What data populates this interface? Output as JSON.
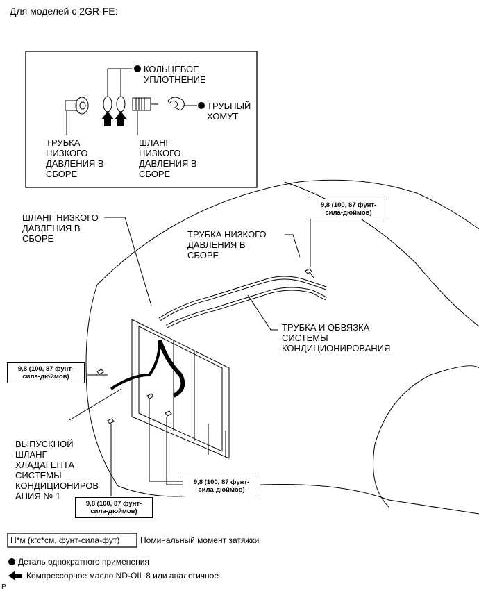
{
  "header": {
    "title": "Для моделей с 2GR-FE:"
  },
  "inset": {
    "o_ring": "КОЛЬЦЕВОЕ\nУПЛОТНЕНИЕ",
    "pipe_clamp": "ТРУБНЫЙ\nХОМУТ",
    "low_pressure_tube": "ТРУБКА\nНИЗКОГО\nДАВЛЕНИЯ В\nСБОРЕ",
    "low_pressure_hose": "ШЛАНГ\nНИЗКОГО\nДАВЛЕНИЯ В\nСБОРЕ"
  },
  "main": {
    "hose_low": "ШЛАНГ НИЗКОГО\nДАВЛЕНИЯ В\nСБОРЕ",
    "tube_low": "ТРУБКА НИЗКОГО\nДАВЛЕНИЯ В\nСБОРЕ",
    "ac_tubing": "ТРУБКА И ОБВЯЗКА\nСИСТЕМЫ\nКОНДИЦИОНИРОВАНИЯ",
    "discharge_hose": "ВЫПУСКНОЙ\nШЛАНГ\nХЛАДАГЕНТА\nСИСТЕМЫ\nКОНДИЦИОНИРОВ\nАНИЯ № 1",
    "torque_1": "9,8 (100, 87 фунт-\nсила-дюймов)",
    "torque_2": "9,8 (100, 87 фунт-\nсила-дюймов)",
    "torque_3": "9,8 (100, 87 фунт-\nсила-дюймов)",
    "torque_4": "9,8 (100, 87 фунт-\nсила-дюймов)"
  },
  "legend": {
    "torque_box": "Н*м (кгс*см, фунт-сила-фут)",
    "torque_desc": "Номинальный момент затяжки",
    "single_use": "Деталь однократного применения",
    "oil": "Компрессорное масло ND-OIL 8 или аналогичное"
  },
  "footer": {
    "mark": "P"
  }
}
